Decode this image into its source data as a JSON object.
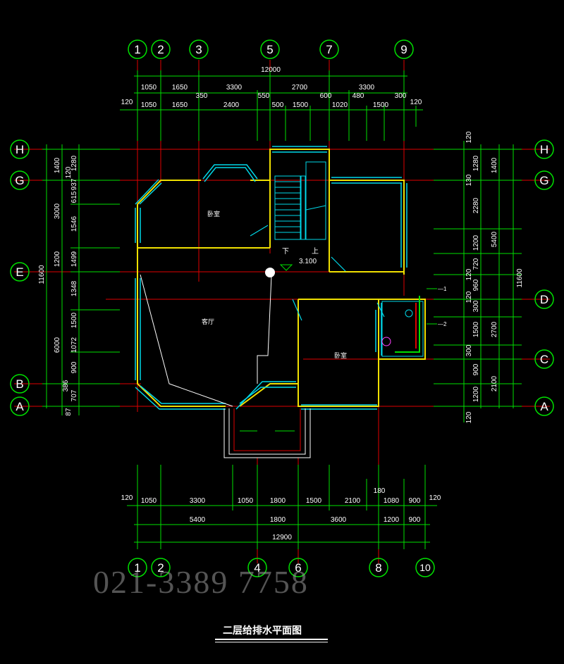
{
  "title": "二层给排水平面图",
  "watermark": "021-3389 7758",
  "elevation": "3.100",
  "stair_down": "下",
  "stair_up": "上",
  "rooms": {
    "bedroom_nw": "卧室",
    "living": "客厅",
    "bedroom_e": "卧室"
  },
  "fixtures": {
    "pipe_1": "—1",
    "pipe_2": "—2"
  },
  "grid": {
    "top": [
      "1",
      "2",
      "3",
      "5",
      "7",
      "9"
    ],
    "bottom": [
      "1",
      "2",
      "4",
      "6",
      "8",
      "10"
    ],
    "left": [
      "H",
      "G",
      "E",
      "B",
      "A"
    ],
    "right": [
      "H",
      "G",
      "D",
      "C",
      "A"
    ]
  },
  "dims": {
    "top_total": "12000",
    "top_row1": [
      "1050",
      "1650",
      "3300",
      "2700",
      "3300"
    ],
    "top_row1b": [
      "350",
      "550",
      "600",
      "480",
      "300"
    ],
    "top_row2": [
      "120",
      "1050",
      "1650",
      "2400",
      "500",
      "1500",
      "1020",
      "1500",
      "120"
    ],
    "bottom_row1": [
      "120",
      "1050",
      "3300",
      "1050",
      "1800",
      "1500",
      "2100",
      "1080",
      "900",
      "120"
    ],
    "bottom_extra": "180",
    "bottom_row2": [
      "5400",
      "1800",
      "3600",
      "1200",
      "900"
    ],
    "bottom_total": "12900",
    "left_total": "11600",
    "left_outer": [
      "1400",
      "3000",
      "1200",
      "6000",
      "386",
      "87"
    ],
    "left_inner": [
      "1280",
      "120",
      "937",
      "615",
      "1546",
      "1499",
      "1348",
      "1500",
      "1072",
      "900",
      "707"
    ],
    "right_inner": [
      "120",
      "1280",
      "130",
      "2280",
      "1200",
      "720",
      "120",
      "960",
      "120",
      "300",
      "1500",
      "300",
      "900",
      "1200",
      "120"
    ],
    "right_mid": [
      "1400",
      "5400",
      "2700",
      "2100"
    ],
    "right_total": "11600"
  }
}
